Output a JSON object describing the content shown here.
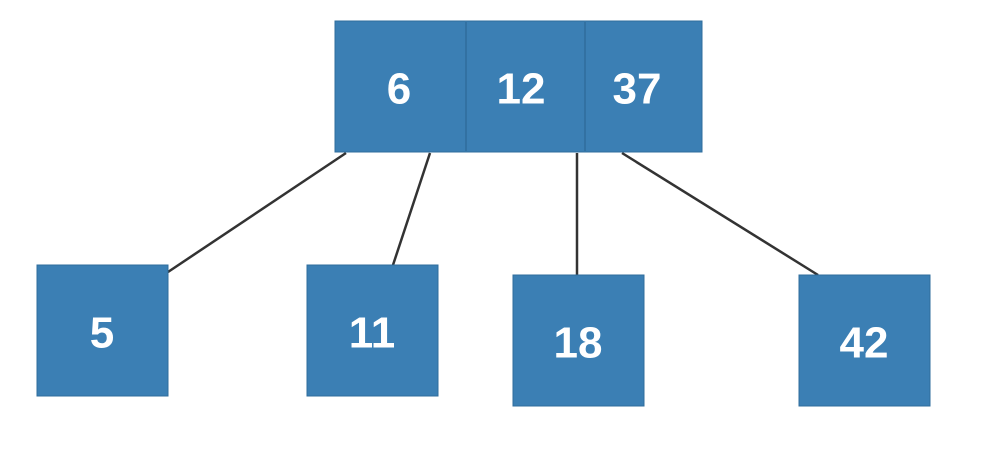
{
  "root": {
    "keys": [
      "6",
      "12",
      "37"
    ]
  },
  "children": [
    {
      "keys": [
        "5"
      ]
    },
    {
      "keys": [
        "11"
      ]
    },
    {
      "keys": [
        "18"
      ]
    },
    {
      "keys": [
        "42"
      ]
    }
  ],
  "colors": {
    "node_fill": "#3b7fb4",
    "edge": "#333333",
    "text": "#ffffff"
  }
}
